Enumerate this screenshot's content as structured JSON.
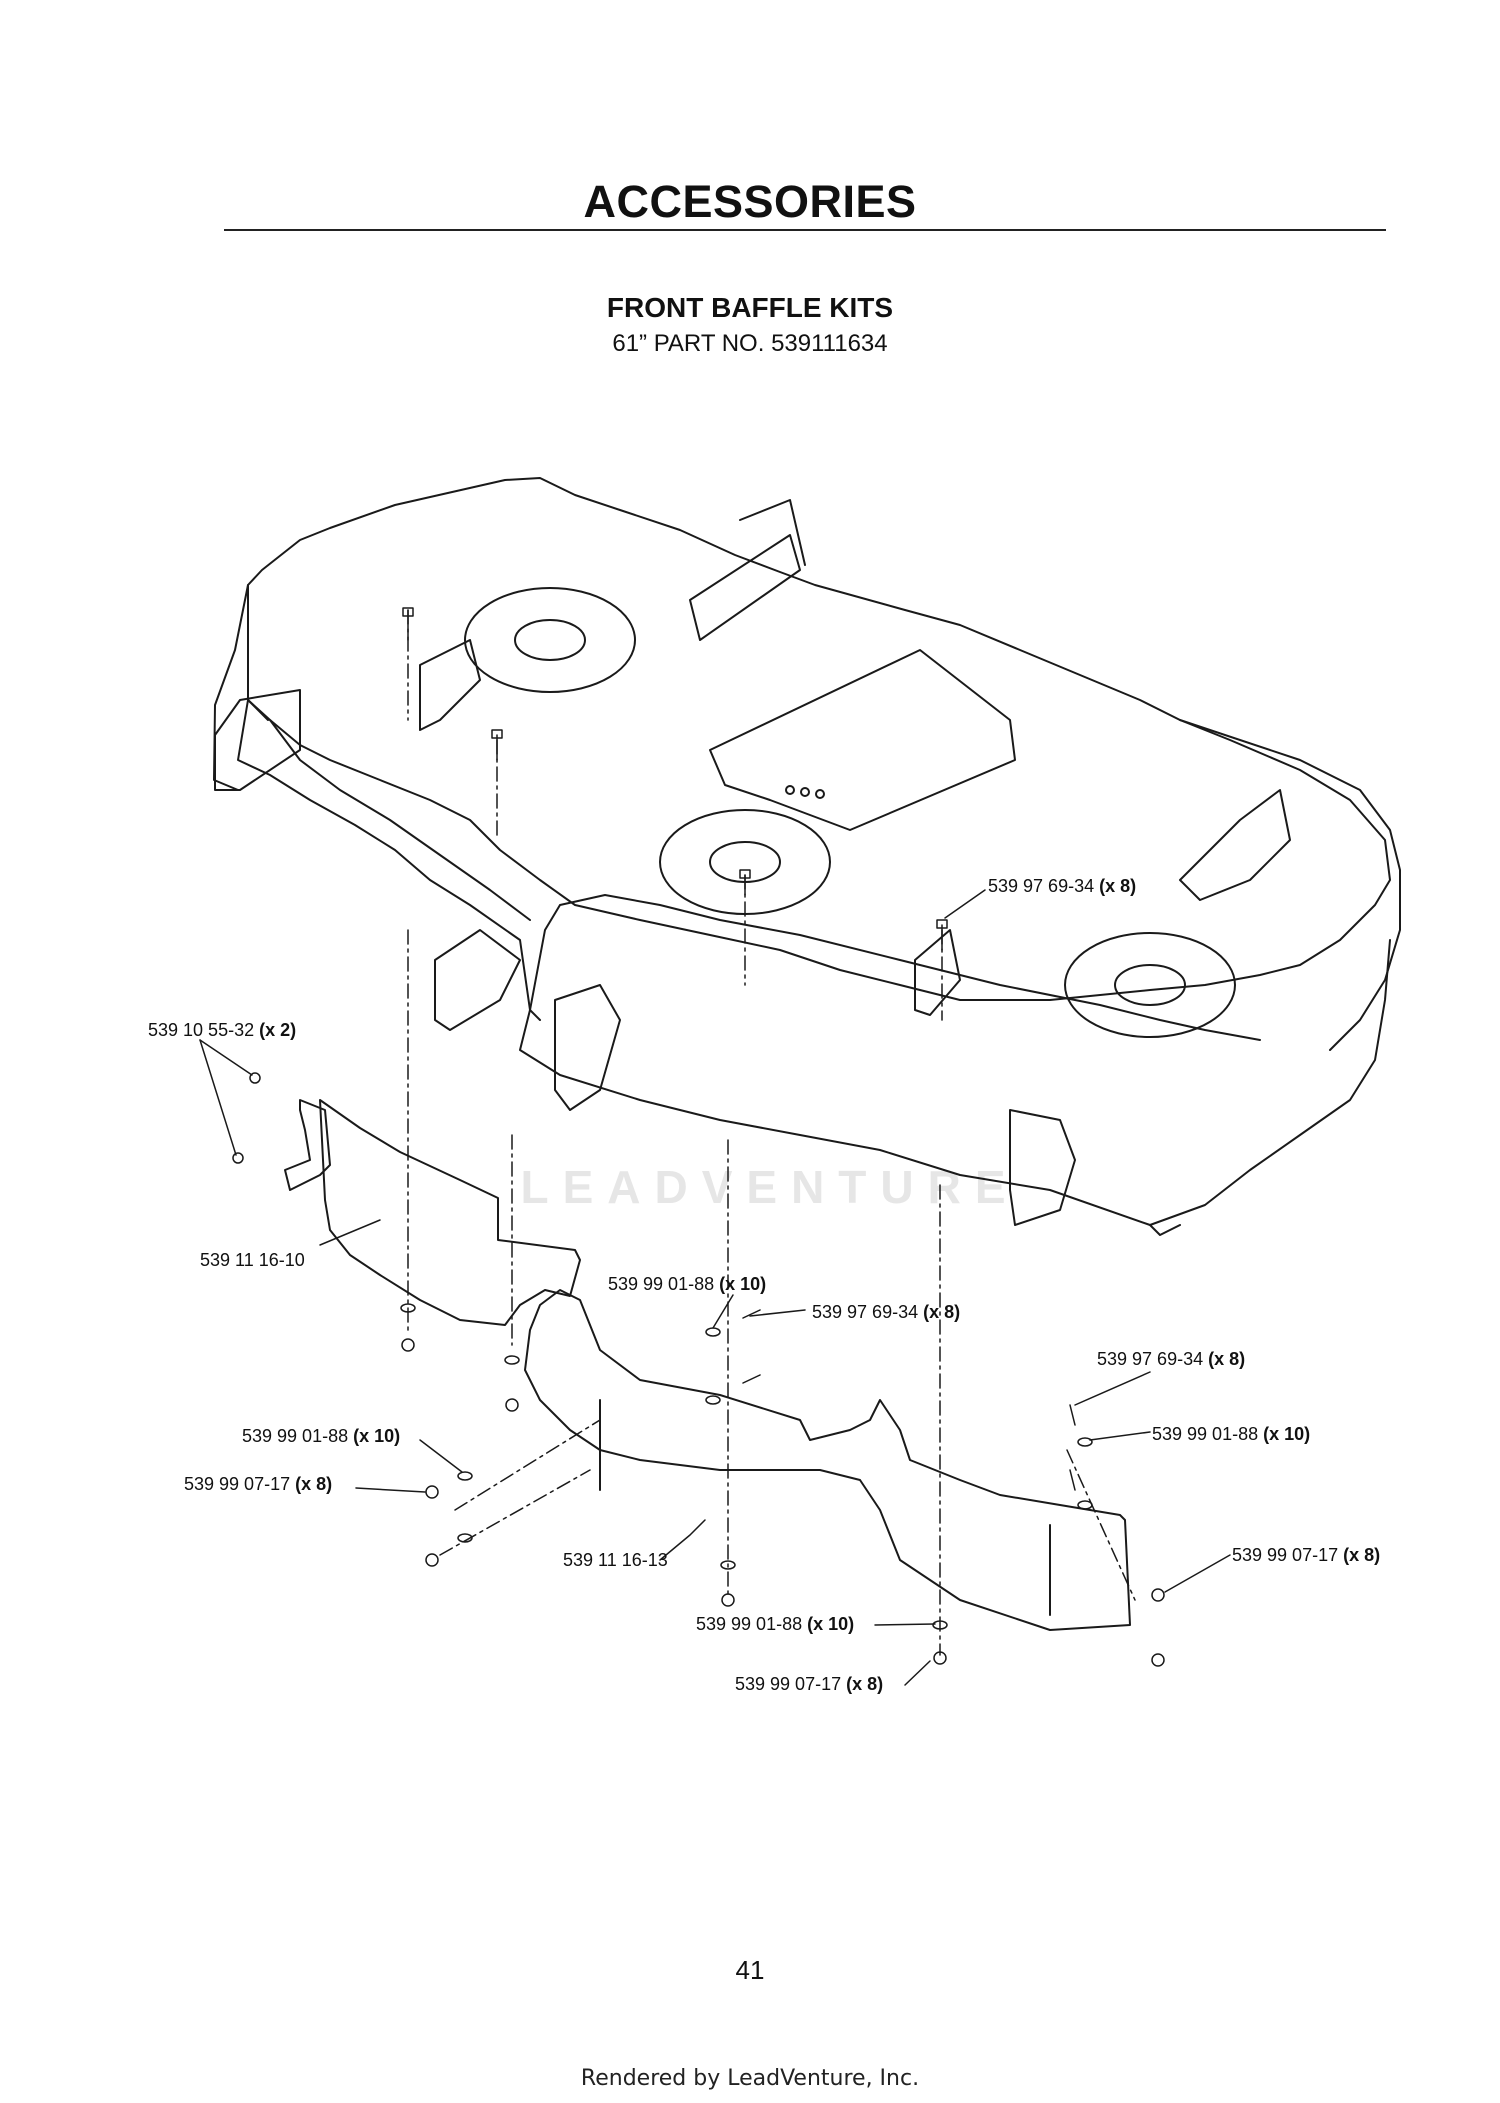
{
  "page": {
    "title": "ACCESSORIES",
    "subtitle": "FRONT BAFFLE KITS",
    "part_no": "61” PART NO. 539111634",
    "page_number": "41",
    "footer": "Rendered by LeadVenture, Inc.",
    "watermark": "LEADVENTURE"
  },
  "callouts": [
    {
      "part": "539 97 69-34",
      "qty": "(x 8)"
    },
    {
      "part": "539 10 55-32",
      "qty": "(x 2)"
    },
    {
      "part": "539 11 16-10",
      "qty": ""
    },
    {
      "part": "539 99 01-88",
      "qty": "(x 10)"
    },
    {
      "part": "539 97 69-34",
      "qty": "(x 8)"
    },
    {
      "part": "539 97 69-34",
      "qty": "(x 8)"
    },
    {
      "part": "539 99 01-88",
      "qty": "(x 10)"
    },
    {
      "part": "539 99 01-88",
      "qty": "(x 10)"
    },
    {
      "part": "539 99 07-17",
      "qty": "(x 8)"
    },
    {
      "part": "539 99 07-17",
      "qty": "(x 8)"
    },
    {
      "part": "539 11 16-13",
      "qty": ""
    },
    {
      "part": "539 99 01-88",
      "qty": "(x 10)"
    },
    {
      "part": "539 99 07-17",
      "qty": "(x 8)"
    }
  ]
}
